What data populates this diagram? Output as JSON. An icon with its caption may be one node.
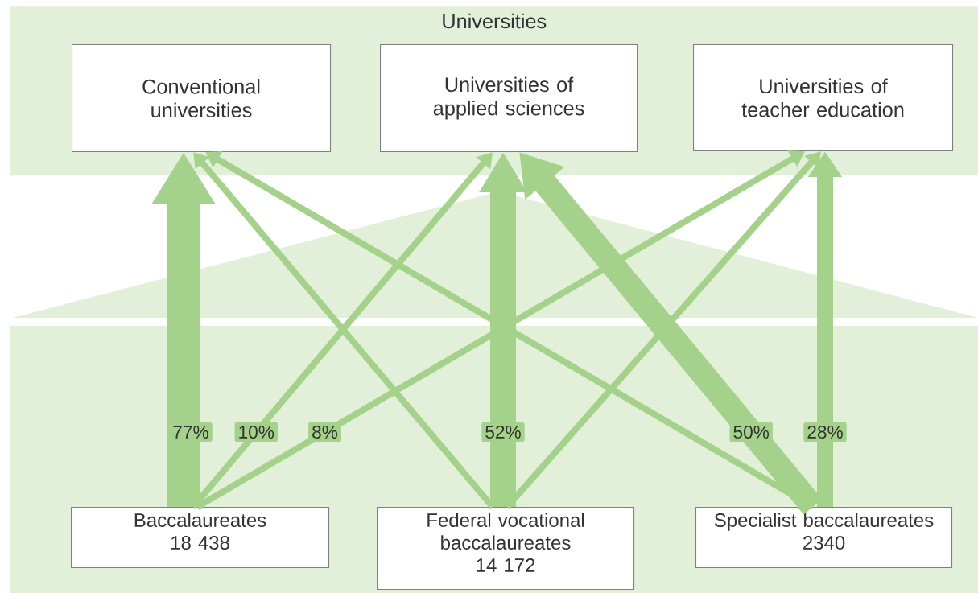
{
  "diagram": {
    "nodes": [
      {
        "text": [
          "Universities"
        ]
      },
      {
        "text": [
          "Conventional universities"
        ],
        "in": 0
      },
      {
        "text": [
          "Universities of applied sciences"
        ],
        "in": 0
      },
      {
        "text": [
          "Universities of teacher education"
        ],
        "in": 0
      },
      {
        "text": [
          "Baccalaureates",
          "18 438"
        ]
      },
      {
        "text": [
          "Federal vocational baccalaureates",
          "14 172"
        ]
      },
      {
        "text": [
          "Specialist baccalaureates",
          "2340"
        ]
      }
    ],
    "edges": [
      {
        "from": 4,
        "to": 1,
        "arrow": "to",
        "label": "77%",
        "style": "thick"
      },
      {
        "from": 4,
        "to": 2,
        "arrow": "to",
        "label": "10%"
      },
      {
        "from": 4,
        "to": 3,
        "arrow": "to",
        "label": "8%"
      },
      {
        "from": 5,
        "to": 1,
        "arrow": "to"
      },
      {
        "from": 5,
        "to": 2,
        "arrow": "to",
        "label": "52%",
        "style": "thick"
      },
      {
        "from": 5,
        "to": 3,
        "arrow": "to"
      },
      {
        "from": 6,
        "to": 1,
        "arrow": "to"
      },
      {
        "from": 6,
        "to": 2,
        "arrow": "to",
        "label": "50%",
        "style": "thick"
      },
      {
        "from": 6,
        "to": 3,
        "arrow": "to",
        "label": "28%",
        "style": "thick"
      }
    ]
  }
}
